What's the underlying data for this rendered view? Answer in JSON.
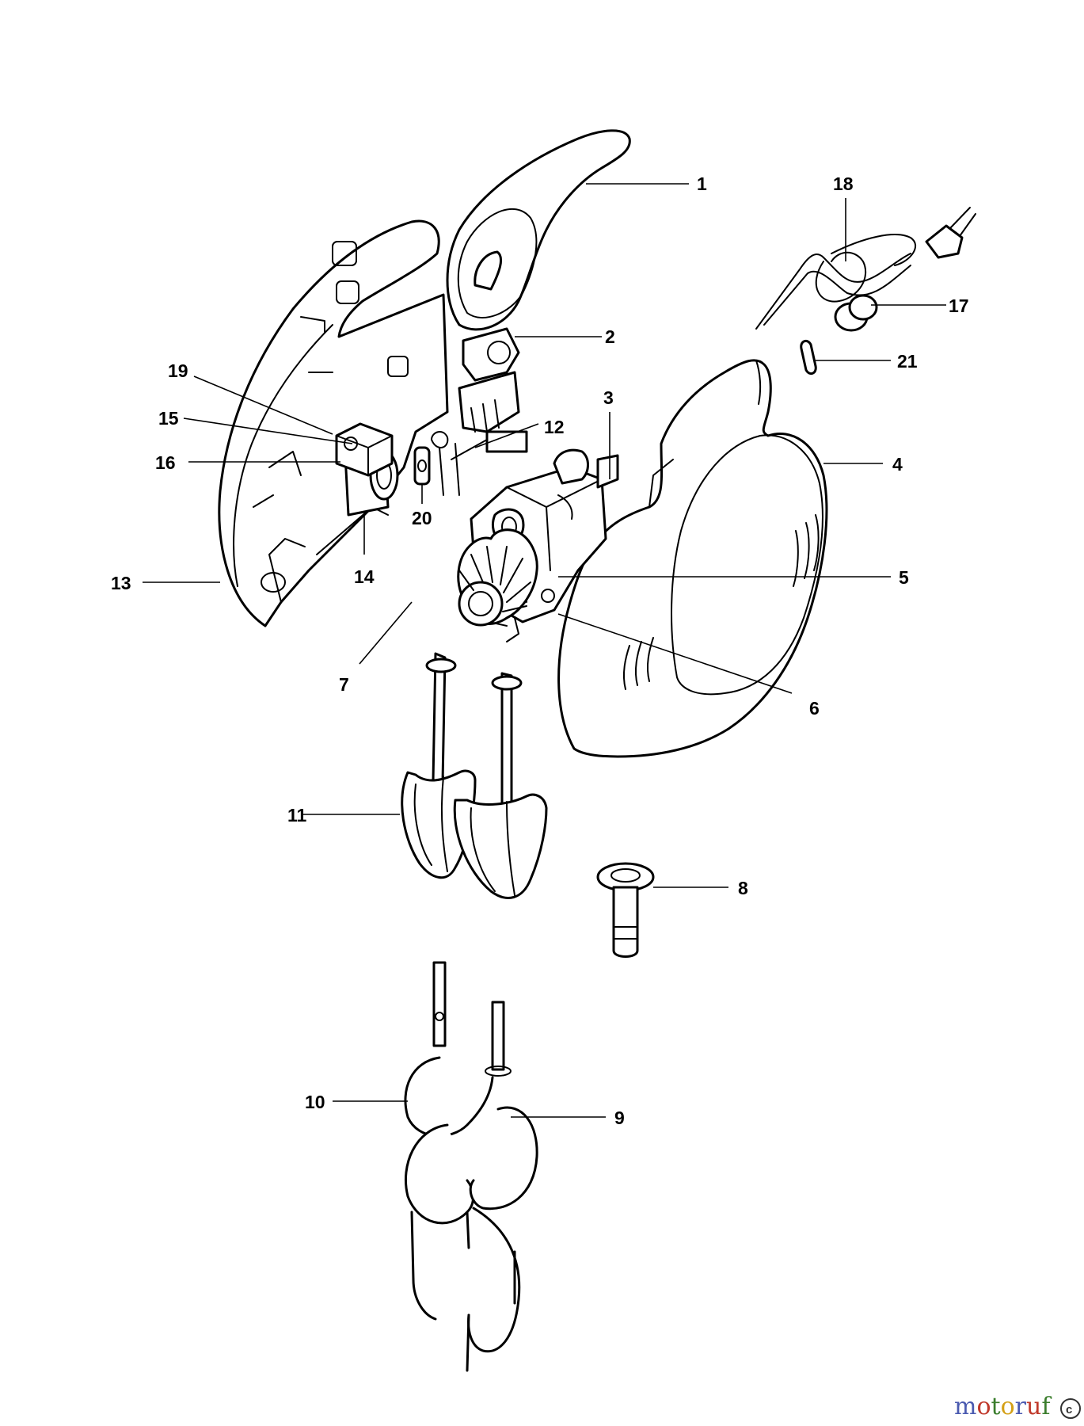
{
  "callouts": {
    "c1": "1",
    "c2": "2",
    "c3": "3",
    "c4": "4",
    "c5": "5",
    "c6": "6",
    "c7": "7",
    "c8": "8",
    "c9": "9",
    "c10": "10",
    "c11": "11",
    "c12": "12",
    "c13": "13",
    "c14": "14",
    "c15": "15",
    "c16": "16",
    "c17": "17",
    "c18": "18",
    "c19": "19",
    "c20": "20",
    "c21": "21"
  },
  "watermark": {
    "letters": [
      "m",
      "o",
      "t",
      "o",
      "r",
      "u",
      "f"
    ],
    "colors": [
      "#4a5ab0",
      "#c0392b",
      "#3a7d2c",
      "#d4a017",
      "#4a5ab0",
      "#c0392b",
      "#3a7d2c"
    ],
    "badge": "c"
  }
}
